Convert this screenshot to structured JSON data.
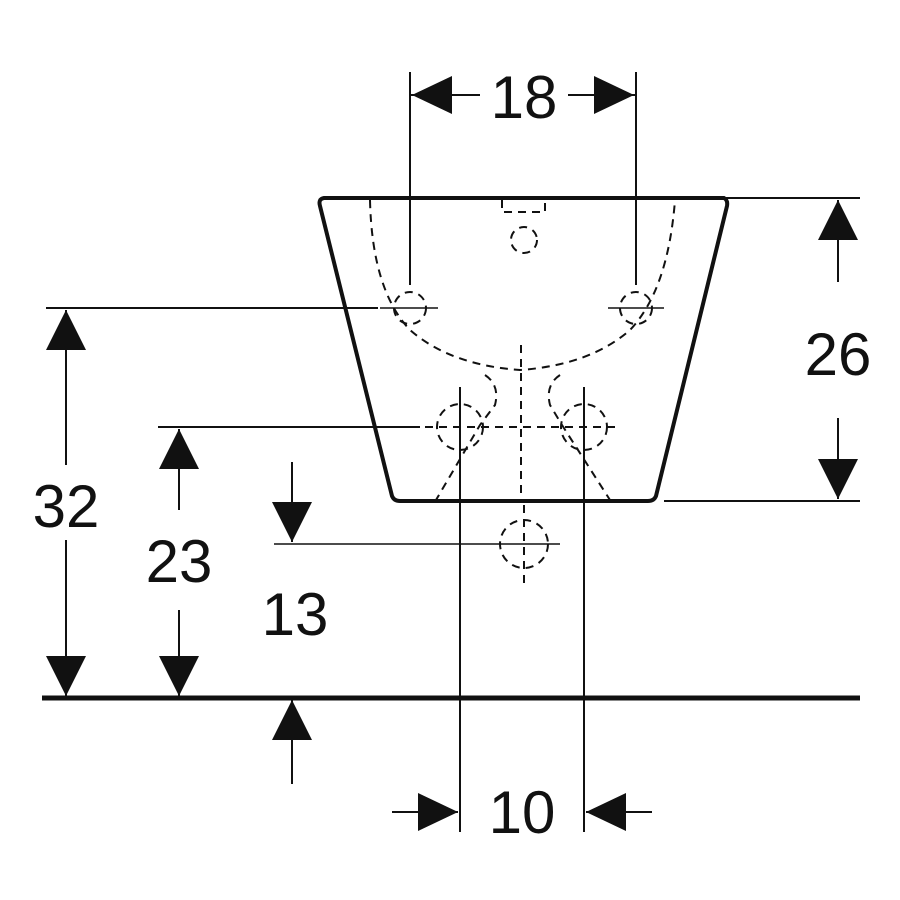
{
  "dimensions": {
    "hole_spacing_top": "18",
    "fixing_height": "32",
    "supply_height": "23",
    "waste_height": "13",
    "bowl_height": "26",
    "supply_spacing": "10"
  },
  "colors": {
    "line": "#111111",
    "background": "#ffffff"
  }
}
